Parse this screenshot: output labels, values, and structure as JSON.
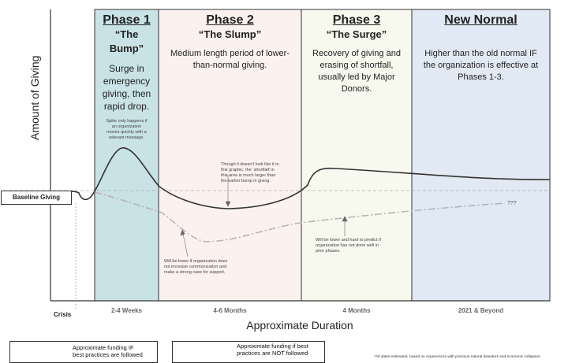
{
  "y_axis_label": "Amount of Giving",
  "x_axis_label": "Approximate Duration",
  "baseline_label": "Baseline Giving",
  "crisis_label": "Crisis",
  "phases": [
    {
      "title": "Phase 1",
      "nickname_lines": [
        "“The",
        "Bump”"
      ],
      "description_lines": [
        "Surge in",
        "emergency",
        "giving, then",
        "rapid drop."
      ],
      "duration": "2-4 Weeks",
      "color": "#c9e2e6"
    },
    {
      "title": "Phase 2",
      "nickname": "“The Slump”",
      "description_lines": [
        "Medium length period of lower-",
        "than-normal giving."
      ],
      "duration": "4-6 Months",
      "color": "#fbf2f0"
    },
    {
      "title": "Phase 3",
      "nickname": "“The Surge”",
      "description_lines": [
        "Recovery of giving and",
        "erasing of shortfall,",
        "usually led by Major",
        "Donors."
      ],
      "duration": "4 Months",
      "color": "#f7f8ee"
    },
    {
      "title": "New Normal",
      "description_lines": [
        "Higher than the old normal IF",
        "the organization is effective at",
        "Phases 1-3."
      ],
      "duration": "2021 & Beyond",
      "color": "#e1e9f4"
    }
  ],
  "annotations": {
    "spike_note": [
      "Spike only happens if",
      "an organization",
      "moves quickly with a",
      "relevant message."
    ],
    "shortfall_note": [
      "Though it doesn't look like it in",
      "this graphic, the ‘shortfall’ in",
      "this area is much larger than",
      "the earlier bump in giving."
    ],
    "lower_note": [
      "Will be lower if organization does",
      "not increase communication and",
      "make a strong case for support."
    ],
    "unpredictable_note": [
      "Will be lower and hard to predict if",
      "organization has not done well in",
      "prior phases."
    ],
    "question_marks": "???"
  },
  "legend": {
    "followed": [
      "Approximate funding IF",
      "best practices are followed"
    ],
    "not_followed": [
      "Approximate funding if best",
      "practices are NOT followed"
    ]
  },
  "footnote": "*All dates estimated, based on experiences with previous natural disasters and economic collapses.",
  "colors": {
    "solid_line": "#333333",
    "dashed_line": "#b5b5b5",
    "baseline": "#aaaaaa",
    "axis": "#333333"
  }
}
